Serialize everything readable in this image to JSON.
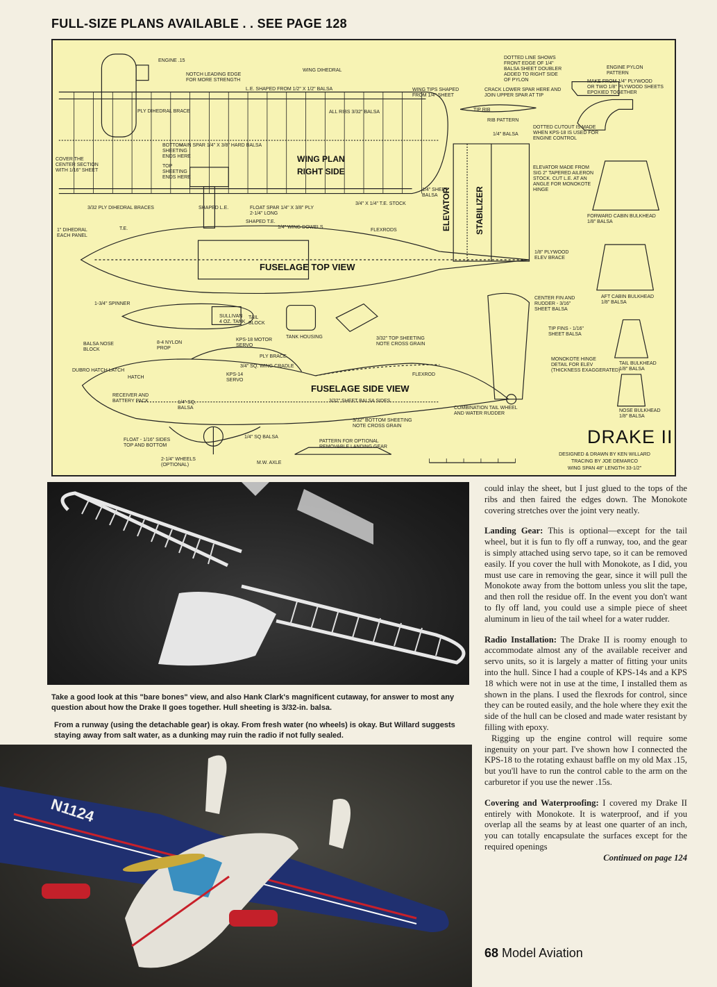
{
  "header": {
    "text": "FULL-SIZE PLANS AVAILABLE . . SEE PAGE 128"
  },
  "plans": {
    "title": "DRAKE II",
    "credits": [
      "DESIGNED & DRAWN BY KEN WILLARD",
      "TRACING BY JOE DEMARCO",
      "WING SPAN 48\" LENGTH 33-1/2\""
    ],
    "big_labels": {
      "wing_plan": "WING PLAN",
      "right_side": "RIGHT SIDE",
      "fuselage_top": "FUSELAGE  TOP VIEW",
      "fuselage_side": "FUSELAGE SIDE VIEW",
      "elevator": "ELEVATOR",
      "stabilizer": "STABILIZER"
    },
    "labels": {
      "engine": "ENGINE .15",
      "wing_dihedral": "WING DIHEDRAL",
      "notch": "NOTCH LEADING EDGE\nFOR MORE STRENGTH",
      "le_shaped": "L.E. SHAPED FROM 1/2\" x 1/2\" BALSA",
      "dotted_line": "DOTTED LINE SHOWS\nFRONT EDGE OF 1/4\"\nBALSA SHEET DOUBLER\nADDED TO RIGHT SIDE\nOF PYLON",
      "engine_pylon": "ENGINE PYLON\nPATTERN",
      "make_from": "MAKE FROM 1/4\" PLYWOOD\nOR TWO 1/8\" PLYWOOD SHEETS\nEPOXIED TOGETHER",
      "wing_tips": "WING TIPS SHAPED\nFROM 1/4\" SHEET",
      "crack_lower": "CRACK LOWER SPAR HERE AND\nJOIN UPPER SPAR AT TIP",
      "ply_dihedral_brace": "PLY DIHEDRAL BRACE",
      "all_ribs": "ALL RIBS 3/32\" BALSA",
      "tip_rib": "TIP RIB",
      "rib_pattern": "RIB PATTERN",
      "dotted_cutout": "DOTTED CUTOUT IS MADE\nWHEN KPS-18 IS USED FOR\nENGINE CONTROL",
      "bottom_sheeting": "BOTTOM\nSHEETING\nENDS HERE",
      "main_spar": "MAIN SPAR 1/4\" x 3/8\" HARD BALSA",
      "balsa_14": "1/4\" BALSA",
      "cover_center": "COVER THE\nCENTER SECTION\nWITH 1/16\" SHEET",
      "top_sheeting": "TOP\nSHEETING\nENDS HERE",
      "elevator_made": "ELEVATOR MADE FROM\nSIG 2\" TAPERED AILERON\nSTOCK. CUT L.E. AT AN\nANGLE FOR MONOKOTE\nHINGE",
      "sheet_balsa": "1/4\" SHEET\nBALSA",
      "te_stock": "3/4\" x 1/4\" T.E. STOCK",
      "ply_dihedral_braces": "3/32 PLY DIHEDRAL BRACES",
      "dihedral_each": "1\" DIHEDRAL\nEACH PANEL",
      "te": "T.E.",
      "shaped_le": "SHAPED L.E.",
      "float_spar": "FLOAT SPAR 1/4\" x 3/8\" PLY\n2-1/4\" LONG",
      "shaped_te": "SHAPED T.E.",
      "wing_dowels": "1/4\" WING DOWELS",
      "flexrods": "FLEXRODS",
      "forward_cabin": "FORWARD CABIN BULKHEAD\n1/8\" BALSA",
      "ply_elev_brace": "1/8\" PLYWOOD\nELEV BRACE",
      "spinner": "1-3/4\" SPINNER",
      "sullivan_tank": "SULLIVAN\n4 OZ. TANK",
      "tail_block": "TAIL\nBLOCK",
      "center_fin": "CENTER FIN AND\nRUDDER - 3/16\"\nSHEET BALSA",
      "aft_cabin": "AFT CABIN BULKHEAD\n1/8\" BALSA",
      "balsa_nose_block": "BALSA NOSE\nBLOCK",
      "nylon_prop": "8-4 NYLON\nPROP",
      "kps_motor_servo": "KPS-18 MOTOR\nSERVO",
      "tank_housing": "TANK HOUSING",
      "sheeting_note": "3/32\" TOP SHEETING\nNOTE CROSS GRAIN",
      "tip_fins": "TIP FINS - 1/16\"\nSHEET BALSA",
      "dubro_hatch": "DUBRO HATCH LATCH",
      "hatch": "HATCH",
      "ply_brace": "PLY BRACE",
      "wing_cradle": "3/4\" SQ. WING CRADLE",
      "monokote_hinge": "MONOKOTE HINGE\nDETAIL FOR ELEV\n(THICKNESS EXAGGERATED)",
      "tail_bulkhead": "TAIL BULKHEAD\n1/8\" BALSA",
      "receiver_battery": "RECEIVER AND\nBATTERY PACK",
      "kps14_servo": "KPS-14\nSERVO",
      "flexrod": "FLEXROD",
      "sheet_balsa_sides": "3/32\" SHEET BALSA SIDES",
      "sq_balsa_14": "1/4\" SQ.\nBALSA",
      "combination_tail": "COMBINATION TAIL WHEEL\nAND WATER RUDDER",
      "nose_bulkhead": "NOSE BULKHEAD\n1/8\" BALSA",
      "bottom_sheeting_note": "3/32\" BOTTOM SHEETING\nNOTE CROSS GRAIN",
      "float_sides": "FLOAT - 1/16\" SIDES\nTOP AND BOTTOM",
      "sq_balsa": "1/4\" SQ BALSA",
      "pattern_optional": "PATTERN FOR OPTIONAL\nREMOVABLE LANDING GEAR",
      "wheels": "2-1/4\" WHEELS\n(OPTIONAL)",
      "mw_axle": "M.W. AXLE"
    }
  },
  "captions": {
    "photo1": "Take a good look at this \"bare bones\" view, and also Hank Clark's magnificent cutaway, for answer to most any question about how the Drake II goes together. Hull sheeting is 3/32-in. balsa.",
    "photo2": "From a runway (using the detachable gear) is okay. From fresh water (no wheels) is okay. But Willard suggests staying away from salt water, as a dunking may ruin the radio if not fully sealed."
  },
  "photo2_registration": "N1124",
  "article": {
    "p1": "could inlay the sheet, but I just glued to the tops of the ribs and then faired the edges down. The Monokote covering stretches over the joint very neatly.",
    "p2_head": "Landing Gear:",
    "p2": " This is optional—except for the tail wheel, but it is fun to fly off a runway, too, and the gear is simply attached using servo tape, so it can be removed easily. If you cover the hull with Monokote, as I did, you must use care in removing the gear, since it will pull the Monokote away from the bottom unless you slit the tape, and then roll the residue off. In the event you don't want to fly off land, you could use a simple piece of sheet aluminum in lieu of the tail wheel for a water rudder.",
    "p3_head": "Radio Installation:",
    "p3": " The Drake II is roomy enough to accommodate almost any of the available receiver and servo units, so it is largely a matter of fitting your units into the hull. Since I had a couple of KPS-14s and a KPS 18 which were not in use at the time, I installed them as shown in the plans. I used the flexrods for control, since they can be routed easily, and the hole where they exit the side of the hull can be closed and made water resistant by filling with epoxy.",
    "p4": "Rigging up the engine control will require some ingenuity on your part. I've shown how I connected the KPS-18 to the rotating exhaust baffle on my old Max .15, but you'll have to run the control cable to the arm on the carburetor if you use the newer .15s.",
    "p5_head": "Covering and Waterproofing:",
    "p5": " I covered my Drake II entirely with Monokote. It is waterproof, and if you overlap all the seams by at least one quarter of an inch, you can totally encapsulate the surfaces except for the required openings",
    "continued": "Continued on page 124"
  },
  "footer": {
    "page": "68",
    "magazine": "Model Aviation"
  }
}
